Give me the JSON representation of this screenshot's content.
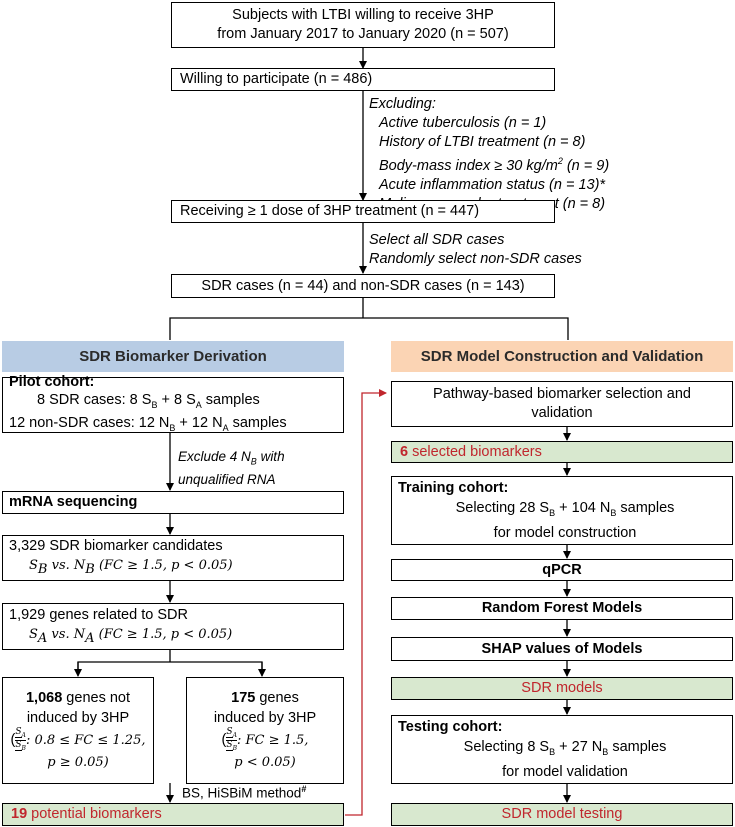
{
  "top": {
    "box1_line1": "Subjects with LTBI willing to receive 3HP",
    "box1_line2": "from January 2017 to January 2020 (n = 507)",
    "box2": "Willing to participate (n = 486)",
    "excl_title": "Excluding:",
    "excl_items": [
      "Active tuberculosis (n = 1)",
      "History of LTBI treatment (n = 8)",
      "Body-mass index ≥ 30 kg/m",
      "Acute inflammation status (n = 13)*",
      "Malignancy under treatment (n = 8)"
    ],
    "bmi_sup": "2",
    "bmi_tail": " (n = 9)",
    "box3": "Receiving ≥ 1 dose of 3HP treatment (n = 447)",
    "select_1": "Select all SDR cases",
    "select_2": "Randomly select non-SDR cases",
    "box4": "SDR cases (n = 44) and non-SDR cases (n = 143)"
  },
  "left": {
    "header": "SDR Biomarker Derivation",
    "pilot_title": "Pilot cohort:",
    "pilot_l2": "8 SDR cases: 8 S",
    "pilot_l2b": " + 8 S",
    "pilot_l2c": " samples",
    "pilot_l3": "12 non-SDR cases: 12 N",
    "pilot_l3b": " + 12 N",
    "pilot_l3c": " samples",
    "exclude_1": "Exclude 4 N",
    "exclude_1b": " with",
    "exclude_2": "unqualified RNA",
    "mrna": "mRNA sequencing",
    "cand_1": "3,329  SDR biomarker candidates",
    "cand_2": "S",
    "cand_2b": " vs. N",
    "cand_2c": " (FC ≥ 1.5, p < 0.05)",
    "genes_1": "1,929 genes related to SDR",
    "genes_2": "S",
    "genes_2b": " vs. N",
    "genes_2c": " (FC ≥ 1.5, p < 0.05)",
    "notind_num": "1,068",
    "notind_1": " genes not",
    "notind_2": "induced by 3HP",
    "notind_3": ": 0.8 ≤ FC ≤ 1.25,",
    "notind_4": "p ≥ 0.05)",
    "ind_num": "175",
    "ind_1": " genes",
    "ind_2": "induced by 3HP",
    "ind_3": ": FC ≥ 1.5,",
    "ind_4": "p < 0.05)",
    "bs_note": "BS, HiSBiM method",
    "bs_hash": "#",
    "potential_num": "19",
    "potential": " potential biomarkers"
  },
  "right": {
    "header": "SDR Model Construction and Validation",
    "pathway_1": "Pathway-based biomarker selection and",
    "pathway_2": "validation",
    "selected_num": "6",
    "selected": " selected biomarkers",
    "train_title": "Training cohort:",
    "train_1": "Selecting 28 S",
    "train_1b": " + 104 N",
    "train_1c": " samples",
    "train_2": "for model construction",
    "qpcr": "qPCR",
    "rf": "Random Forest Models",
    "shap": "SHAP values of Models",
    "sdr_models": "SDR models",
    "test_title": "Testing cohort:",
    "test_1": "Selecting 8 S",
    "test_1b": " + 27 N",
    "test_1c": " samples",
    "test_2": "for model validation",
    "testing": "SDR model testing"
  },
  "subs": {
    "b": "B",
    "a": "A"
  },
  "frac": {
    "num": "S",
    "den": "S",
    "open": "("
  },
  "colors": {
    "blue_header": "#b8cce4",
    "orange_header": "#fbd4b4",
    "green_box": "#d8e8cf",
    "red_text": "#c0262d",
    "red_line": "#c0262d"
  }
}
